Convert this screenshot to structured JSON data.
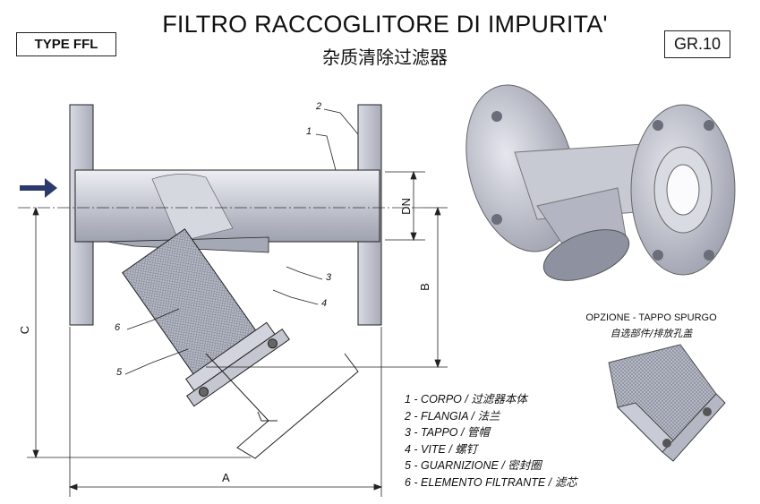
{
  "header": {
    "type_label": "TYPE FFL",
    "title": "FILTRO RACCOGLITORE DI IMPURITA'",
    "subtitle": "杂质清除过滤器",
    "group_label": "GR.10"
  },
  "drawing": {
    "dimensions": {
      "dn": "DN",
      "b": "B",
      "c": "C",
      "a": "A"
    },
    "callouts": [
      "1",
      "2",
      "3",
      "4",
      "5",
      "6"
    ]
  },
  "option": {
    "title": "OPZIONE - TAPPO SPURGO",
    "subtitle": "自选部件/排放孔盖"
  },
  "legend": [
    "1 - CORPO / 过滤器本体",
    "2 - FLANGIA / 法兰",
    "3 - TAPPO / 管帽",
    "4 - VITE / 螺钉",
    "5 - GUARNIZIONE / 密封圈",
    "6 - ELEMENTO FILTRANTE / 滤芯"
  ],
  "colors": {
    "metal": "#c9cbd6",
    "metal_dark": "#8b8e9c",
    "arrow": "#2b3a6b",
    "line": "#222222"
  }
}
